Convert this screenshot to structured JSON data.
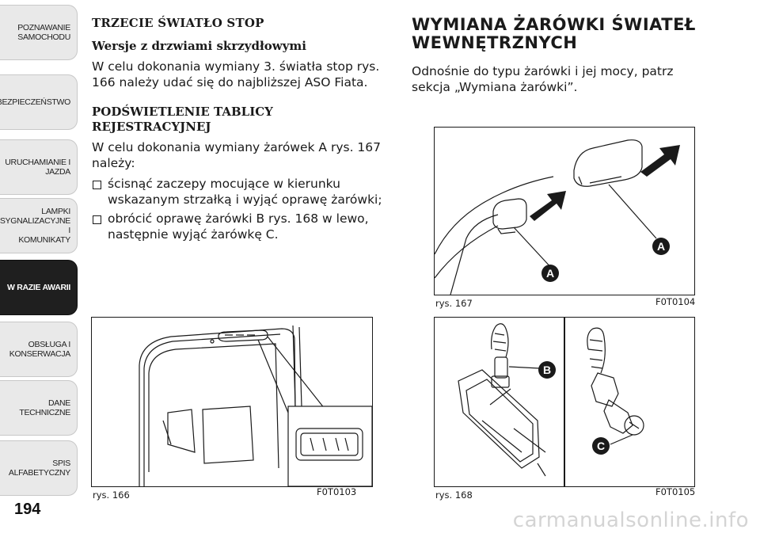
{
  "sidebar": {
    "tabs": [
      {
        "label": "POZNAWANIE\nSAMOCHODU",
        "active": false
      },
      {
        "label": "BEZPIECZEŃSTWO",
        "active": false
      },
      {
        "label": "URUCHAMIANIE I\nJAZDA",
        "active": false
      },
      {
        "label": "LAMPKI\nSYGNALIZACYJNE I\nKOMUNIKATY",
        "active": false
      },
      {
        "label": "W RAZIE AWARII",
        "active": true
      },
      {
        "label": "OBSŁUGA I\nKONSERWACJA",
        "active": false
      },
      {
        "label": "DANE TECHNICZNE",
        "active": false
      },
      {
        "label": "SPIS ALFABETYCZNY",
        "active": false
      }
    ]
  },
  "page_number": "194",
  "left": {
    "heading1": "TRZECIE ŚWIATŁO STOP",
    "subheading1": "Wersje z drzwiami skrzydłowymi",
    "para1": "W celu dokonania wymiany 3. światła stop rys. 166 należy udać się do najbliższej ASO Fiata.",
    "heading2": "PODŚWIETLENIE TABLICY REJESTRACYJNEJ",
    "para2": "W celu dokonania wymiany żarówek A rys. 167 należy:",
    "bullets": [
      "ścisnąć zaczepy mocujące w kierunku wskazanym strzałką i wyjąć oprawę żarówki;",
      "obrócić oprawę żarówki B rys. 168 w lewo, następnie wyjąć żarówkę C."
    ]
  },
  "right": {
    "heading": "WYMIANA ŻARÓWKI ŚWIATEŁ WEWNĘTRZNYCH",
    "para": "Odnośnie do typu żarówki i jej mocy, patrz sekcja „Wymiana żarówki”."
  },
  "figures": {
    "fig166": {
      "caption": "rys. 166",
      "code": "F0T0103"
    },
    "fig167": {
      "caption": "rys. 167",
      "code": "F0T0104",
      "labels": [
        "A",
        "A"
      ]
    },
    "fig168": {
      "caption": "rys. 168",
      "code": "F0T0105",
      "labels": [
        "B",
        "C"
      ]
    }
  },
  "watermark": "carmanualsonline.info",
  "colors": {
    "active_tab": "#1f1f1f",
    "tab": "#e9e9e9",
    "callout": "#1a1a1a"
  }
}
